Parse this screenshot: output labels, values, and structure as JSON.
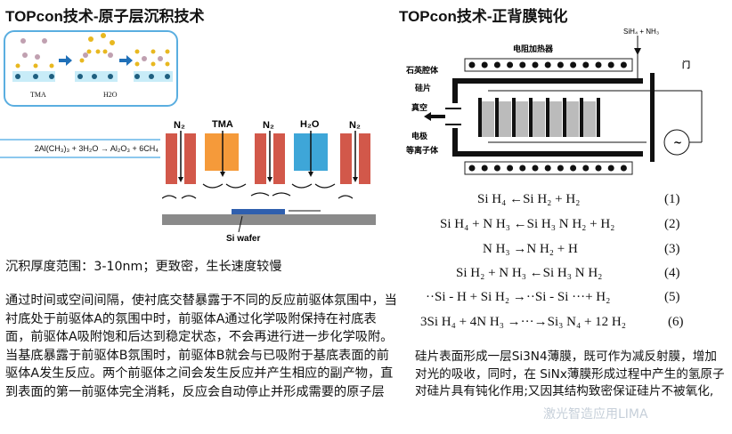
{
  "left": {
    "title": "TOPcon技术-原子层沉积技术",
    "ald_labels": {
      "tma": "TMA",
      "h2o": "H2O"
    },
    "equation": "2Al(CH₃)₃ + 3H₂O → Al₂O₃ + 6CH₄",
    "spatial_labels": {
      "n2_1": "N₂",
      "tma": "TMA",
      "n2_2": "N₂",
      "h2o": "H₂O",
      "n2_3": "N₂",
      "wafer": "Si wafer"
    },
    "summary": "沉积厚度范围：3-10nm；更致密，生长速度较慢",
    "description": "通过时间或空间间隔，使衬底交替暴露于不同的反应前驱体氛围中，当衬底处于前驱体A的氛围中时，前驱体A通过化学吸附保持在衬底表面，前驱体A吸附饱和后达到稳定状态，不会再进行进一步化学吸附。当基底暴露于前驱体B氛围时，前驱体B就会与已吸附于基底表面的前驱体A发生反应。两个前驱体之间会发生反应并产生相应的副产物，直到表面的第一前驱体完全消耗，反应会自动停止并形成需要的原子层"
  },
  "right": {
    "title": "TOPcon技术-正背膜钝化",
    "reactor_labels": {
      "gas": "SiH₄ + NH₃",
      "heater": "电阻加热器",
      "door": "门",
      "quartz": "石英腔体",
      "wafer": "硅片",
      "vacuum": "真空",
      "electrode": "电极",
      "plasma": "等离子体",
      "ac": "~"
    },
    "equations": [
      {
        "expr": "Si H₄ ←Si H₂ + H₂",
        "num": "(1)"
      },
      {
        "expr": "Si H₄ + N H₃ ←Si H₃ N H₂ + H₂",
        "num": "(2)"
      },
      {
        "expr": "N H₃ →N H₂ + H",
        "num": "(3)"
      },
      {
        "expr": "Si H₂ + N H₃ ←Si H₃ N H₂",
        "num": "(4)"
      },
      {
        "expr": "··Si - H + Si H₂ →··Si - Si ···+ H₂",
        "num": "(5)"
      },
      {
        "expr": "3Si H₄ + 4N H₃ →···→Si₃ N₄ + 12 H₂",
        "num": "(6)"
      }
    ],
    "description": "硅片表面形成一层Si3N4薄膜，既可作为减反射膜，增加对光的吸收，同时，在 SiNx薄膜形成过程中产生的氢原子对硅片具有钝化作用;又因其结构致密保证硅片不被氧化,",
    "watermark": "激光智造应用LIMA"
  }
}
